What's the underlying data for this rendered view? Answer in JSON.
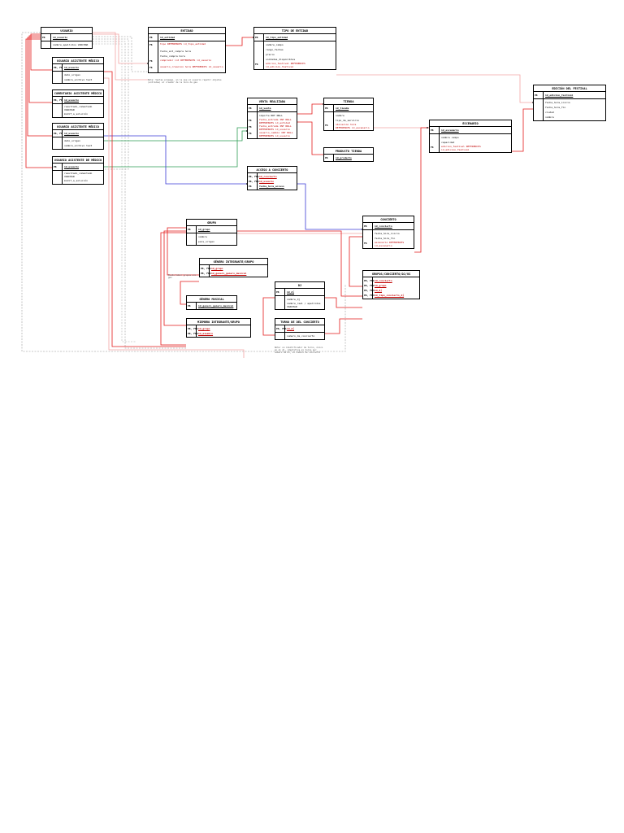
{
  "colors": {
    "line_red": "#e41a1a",
    "line_pink": "#f3a5a5",
    "line_blue": "#3b3bd6",
    "line_green": "#2e9e55",
    "line_gray": "#9a9a9a",
    "fk_text": "#c00000"
  },
  "entities": [
    {
      "id": "usuario",
      "title": "USUARIO",
      "keys": [
        "PK"
      ],
      "fields": [
        {
          "t": "id_usuario",
          "s": "pk"
        },
        {
          "t": "nombre_apellidos VARCHAR",
          "s": ""
        }
      ]
    },
    {
      "id": "usuario_asistente",
      "title": "USUARIO ASISTENTE MÉDICO",
      "keys": [
        "PK, FK",
        "",
        ""
      ],
      "fields": [
        {
          "t": "id_usuario",
          "s": "pk"
        },
        {
          "t": "dato_origen",
          "s": ""
        },
        {
          "t": "nombre_archivo text",
          "s": ""
        }
      ]
    },
    {
      "id": "comentario_asistente",
      "title": "COMENTARIO ASISTENTE MÉDICO",
      "keys": [
        "PK, FK",
        "",
        ""
      ],
      "fields": [
        {
          "t": "id_usuario",
          "s": "pk"
        },
        {
          "t": "resultado_comentado VARCHAR",
          "s": ""
        },
        {
          "t": "modif_a_solución",
          "s": ""
        }
      ]
    },
    {
      "id": "usuario_asistente_medico",
      "title": "USUARIO ASISTENTE MÉDICO",
      "keys": [
        "PK, FK",
        "",
        ""
      ],
      "fields": [
        {
          "t": "id_usuario",
          "s": "pk"
        },
        {
          "t": "dato_origen",
          "s": ""
        },
        {
          "t": "nombre_archivo text",
          "s": ""
        }
      ]
    },
    {
      "id": "usuario_asistente_medico2",
      "title": "USUARIO ASISTENTE DE MÉDICO",
      "keys": [
        "PK",
        "",
        ""
      ],
      "fields": [
        {
          "t": "id_usuario",
          "s": "pk"
        },
        {
          "t": "resultado_comentado VARCHAR",
          "s": ""
        },
        {
          "t": "modif_a_solución",
          "s": ""
        }
      ]
    },
    {
      "id": "entidad",
      "title": "ENTIDAD",
      "keys": [
        "PK",
        "FK",
        "",
        "",
        "FK",
        "FK"
      ],
      "fields": [
        {
          "t": "id_entidad",
          "s": "pk"
        },
        {
          "t": "tipo REFERENCES id_tipo_entidad",
          "s": "fk"
        },
        {
          "t": "fecha_ent_compra hora",
          "s": ""
        },
        {
          "t": "fecha_compra hora",
          "s": ""
        },
        {
          "t": "comprador int REFERENCES id_usuario",
          "s": "fk"
        },
        {
          "t": "usuario_creacion hora REFERENCES id_usuario",
          "s": "fk"
        }
      ]
    },
    {
      "id": "tipo_entidad",
      "title": "TIPO DE ENTIDAD",
      "keys": [
        "PK",
        "",
        "",
        "",
        "",
        "FK"
      ],
      "fields": [
        {
          "t": "id_tipo_entidad",
          "s": "pk"
        },
        {
          "t": "nombre_campo",
          "s": ""
        },
        {
          "t": "rango_fechas",
          "s": ""
        },
        {
          "t": "precio",
          "s": ""
        },
        {
          "t": "unidades_disponibles",
          "s": ""
        },
        {
          "t": "edicion_festival REFERENCES id_edicion_festival",
          "s": "fk"
        }
      ]
    },
    {
      "id": "edicion_festival",
      "title": "EDICIÓN DEL FESTIVAL",
      "keys": [
        "PK",
        "",
        "",
        "",
        ""
      ],
      "fields": [
        {
          "t": "id_edicion_festival",
          "s": "pk"
        },
        {
          "t": "fecha_hora_inicio",
          "s": ""
        },
        {
          "t": "fecha_hora_fin",
          "s": ""
        },
        {
          "t": "ciudad",
          "s": ""
        },
        {
          "t": "nombre",
          "s": ""
        }
      ]
    },
    {
      "id": "venta_realizada",
      "title": "VENTA REALIZADA",
      "keys": [
        "PK",
        "",
        "FK",
        "FK",
        "FK"
      ],
      "fields": [
        {
          "t": "id_venta",
          "s": "pk"
        },
        {
          "t": "importe NOT NULL",
          "s": ""
        },
        {
          "t": "fecha_entrada INT NULL REFERENCES id_entidad",
          "s": "fk"
        },
        {
          "t": "fecha_entrada INT NULL REFERENCES id_usuario",
          "s": "fk"
        },
        {
          "t": "usuario_cambio INT NULL REFERENCES id_usuario",
          "s": "fk"
        }
      ]
    },
    {
      "id": "tienda",
      "title": "TIENDA",
      "keys": [
        "PK",
        "",
        "",
        "FK"
      ],
      "fields": [
        {
          "t": "id_tienda",
          "s": "pk"
        },
        {
          "t": "nombre",
          "s": ""
        },
        {
          "t": "tipo_de_servicio",
          "s": ""
        },
        {
          "t": "ubicacion hora REFERENCES id_escenario",
          "s": "fk"
        }
      ]
    },
    {
      "id": "producto_tienda",
      "title": "PRODUCTO TIENDA",
      "keys": [
        "PK"
      ],
      "fields": [
        {
          "t": "id_producto",
          "s": "pk"
        }
      ]
    },
    {
      "id": "escenario",
      "title": "ESCENARIO",
      "keys": [
        "PK",
        "",
        "",
        "FK"
      ],
      "fields": [
        {
          "t": "id_escenario",
          "s": "pk"
        },
        {
          "t": "nombre campo",
          "s": ""
        },
        {
          "t": "capacidad",
          "s": ""
        },
        {
          "t": "edicion_festival REFERENCES id_edicion_festival",
          "s": "fk"
        }
      ]
    },
    {
      "id": "acceso_concierto",
      "title": "ACCESO A CONCIERTO",
      "keys": [
        "PK, FK1",
        "PK, FK2",
        "PK"
      ],
      "fields": [
        {
          "t": "id_concierto",
          "s": "pk fk"
        },
        {
          "t": "id_usuario",
          "s": "pk fk"
        },
        {
          "t": "fecha_hora_acceso",
          "s": "pk"
        }
      ]
    },
    {
      "id": "grupo",
      "title": "GRUPO",
      "keys": [
        "PK",
        "",
        ""
      ],
      "fields": [
        {
          "t": "id_grupo",
          "s": "pk"
        },
        {
          "t": "nombre",
          "s": ""
        },
        {
          "t": "pais_origen",
          "s": ""
        }
      ]
    },
    {
      "id": "concierto",
      "title": "CONCIERTO",
      "keys": [
        "PK",
        "",
        "",
        "FK"
      ],
      "fields": [
        {
          "t": "id_concierto",
          "s": "pk"
        },
        {
          "t": "fecha_hora_inicio",
          "s": ""
        },
        {
          "t": "fecha_hora_fin",
          "s": ""
        },
        {
          "t": "escenario REFERENCES id_escenario",
          "s": "fk"
        }
      ]
    },
    {
      "id": "genero_integrante",
      "title": "GÉNERO INTEGRANTE/GRUPO",
      "keys": [
        "PK, FK1",
        "PK, FK2"
      ],
      "fields": [
        {
          "t": "id_grupo",
          "s": "pk fk"
        },
        {
          "t": "id_genero_genero_musical",
          "s": "pk fk"
        }
      ]
    },
    {
      "id": "genero_musical",
      "title": "GÉNERO MUSICAL",
      "keys": [
        "PK"
      ],
      "fields": [
        {
          "t": "id_genero_genero_musical",
          "s": "pk"
        }
      ]
    },
    {
      "id": "miembro_integrante",
      "title": "MIEMBRO INTEGRANTE/GRUPO",
      "keys": [
        "PK, FK1",
        "PK, FK2"
      ],
      "fields": [
        {
          "t": "id_grupo",
          "s": "pk fk"
        },
        {
          "t": "id_miembro",
          "s": "pk fk"
        }
      ]
    },
    {
      "id": "dj",
      "title": "DJ",
      "keys": [
        "PK",
        "",
        ""
      ],
      "fields": [
        {
          "t": "id_dj",
          "s": "pk"
        },
        {
          "t": "nombre_dj",
          "s": ""
        },
        {
          "t": "nombre_real / apellidos VARCHAR",
          "s": ""
        }
      ]
    },
    {
      "id": "turno_dj",
      "title": "TURNO DE DEL CONCIERTO",
      "keys": [
        "PK, FK1",
        ""
      ],
      "fields": [
        {
          "t": "id_dj",
          "s": "pk fk"
        },
        {
          "t": "numero_de_concierto",
          "s": ""
        }
      ]
    },
    {
      "id": "gruposconciertos",
      "title": "GRUPOS/CONCIERTO/DJ/US",
      "keys": [
        "PK, FK1",
        "PK, FK2",
        "PK, FK3",
        "PK, FK4"
      ],
      "fields": [
        {
          "t": "id_concierto",
          "s": "pk fk"
        },
        {
          "t": "id_grupo",
          "s": "pk fk"
        },
        {
          "t": "id_dj",
          "s": "pk fk"
        },
        {
          "t": "id_tipo_concierto_dj",
          "s": "pk fk"
        }
      ]
    }
  ],
  "notes": [
    {
      "id": "note_entidad",
      "text": "Nota: Ventas prepago, en la que el usuario repetir objetos (entradas) el creador de la hora de gas"
    },
    {
      "id": "note_grupo",
      "text": "Puede haber grupos sin gen"
    },
    {
      "id": "note_turno",
      "text": "Nota: un identificador de turno, único en el dj, identifica el turno por numero de DJ, el número de concierto"
    }
  ]
}
